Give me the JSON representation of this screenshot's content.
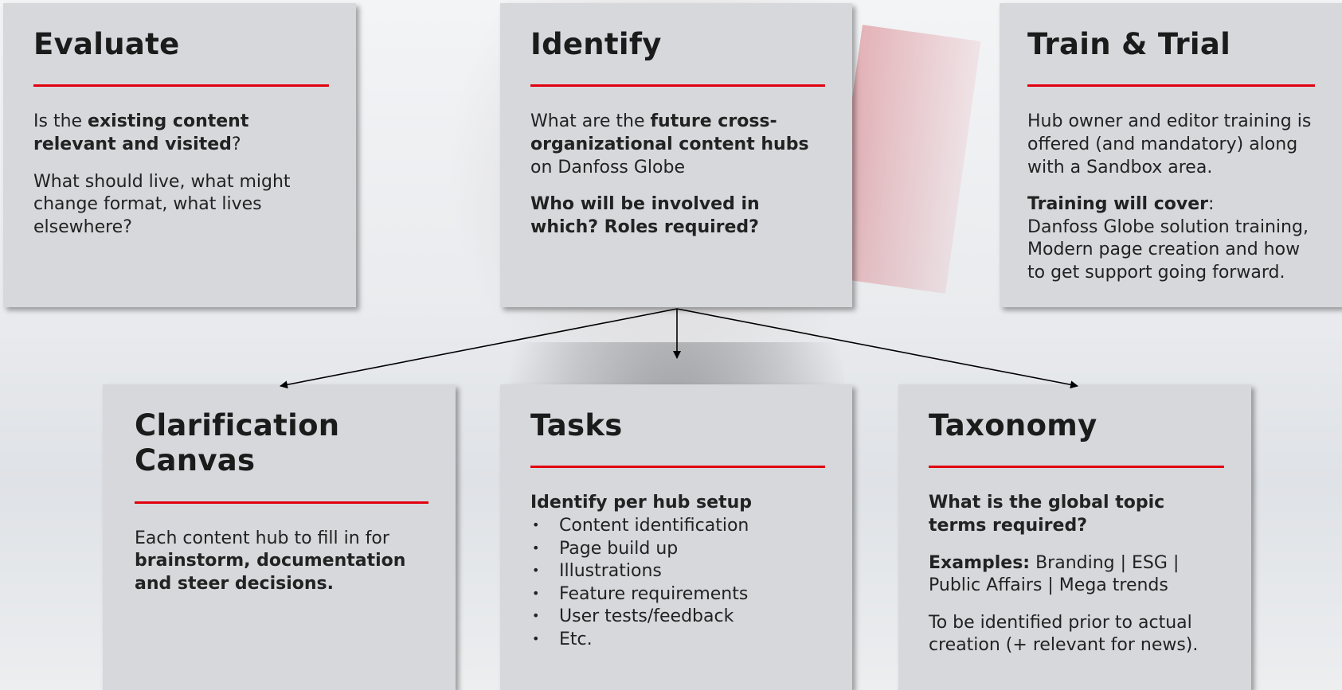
{
  "colors": {
    "card_bg": "#d6d8dc",
    "accent_rule": "#e2000f",
    "text": "#222222",
    "arrow": "#000000"
  },
  "cards": {
    "evaluate": {
      "title": "Evaluate",
      "p1_a": "Is the ",
      "p1_b": "existing content relevant and visited",
      "p1_c": "?",
      "p2": "What should live, what might change format, what lives elsewhere?"
    },
    "identify": {
      "title": "Identify",
      "p1_a": "What are the ",
      "p1_b": "future cross-organizational content hubs",
      "p1_c": " on Danfoss Globe",
      "p2": "Who will be involved in which? Roles required?"
    },
    "train": {
      "title": "Train & Trial",
      "p1": "Hub owner and editor training is offered (and mandatory) along with a Sandbox area.",
      "p2_b": "Training will cover",
      "p2_c": ":",
      "p3": "Danfoss Globe solution training, Modern page creation and how to get support going forward."
    },
    "clarification": {
      "title": "Clarification Canvas",
      "p1_a": "Each content hub to fill in for ",
      "p1_b": "brainstorm, documentation and steer decisions."
    },
    "tasks": {
      "title": "Tasks",
      "heading": "Identify per hub setup",
      "items": [
        "Content identification",
        "Page build up",
        "Illustrations",
        "Feature requirements",
        "User tests/feedback",
        "Etc."
      ]
    },
    "taxonomy": {
      "title": "Taxonomy",
      "q": "What is the global topic terms required?",
      "ex_b": "Examples:",
      "ex_c": " Branding | ESG | Public Affairs | Mega trends",
      "p3": "To be identified prior to actual creation (+ relevant for news)."
    }
  }
}
